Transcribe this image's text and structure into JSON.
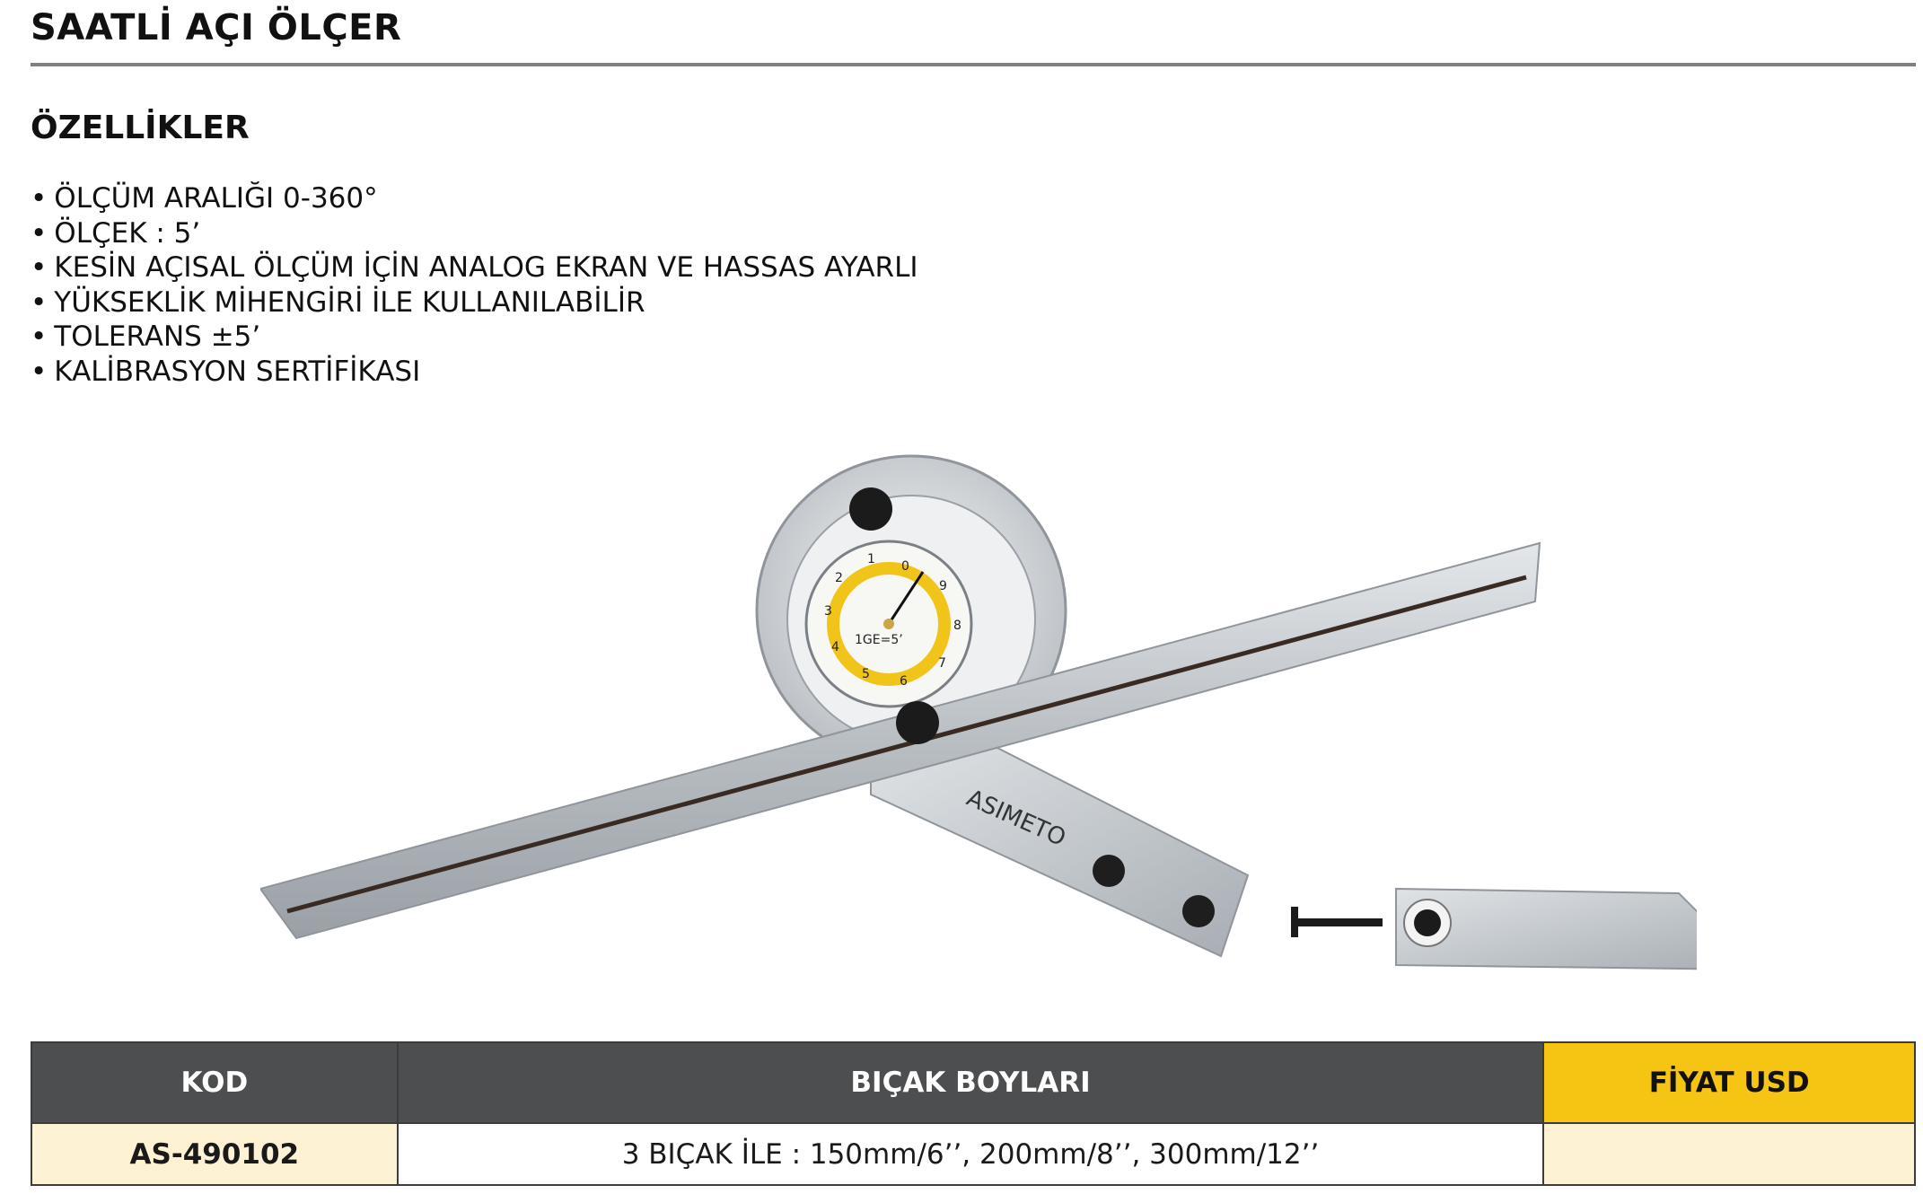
{
  "header": {
    "title": "SAATLİ AÇI ÖLÇER",
    "subtitle": "ÖZELLİKLER"
  },
  "features": [
    "ÖLÇÜM ARALIĞI 0-360°",
    "ÖLÇEK : 5’",
    "KESİN AÇISAL ÖLÇÜM İÇİN ANALOG EKRAN VE HASSAS AYARLI",
    "YÜKSEKLİK MİHENGİRİ İLE KULLANILABİLİR",
    "TOLERANS ±5’",
    "KALİBRASYON SERTİFİKASI"
  ],
  "product_image": {
    "brand_label": "ASIMETO",
    "dial_label": "1GE=5’",
    "dial_numbers": [
      "0",
      "1",
      "2",
      "3",
      "4",
      "5",
      "6",
      "7",
      "8",
      "9"
    ]
  },
  "table": {
    "headers": {
      "code": "KOD",
      "blades": "BIÇAK BOYLARI",
      "price": "FİYAT USD"
    },
    "rows": [
      {
        "code": "AS-490102",
        "blades": "3 BIÇAK İLE : 150mm/6’’, 200mm/8’’, 300mm/12’’",
        "price": ""
      }
    ]
  },
  "colors": {
    "header_dark": "#4d4e50",
    "header_accent": "#f6c413",
    "row_tint": "#fdf2d4",
    "rule": "#808080"
  }
}
